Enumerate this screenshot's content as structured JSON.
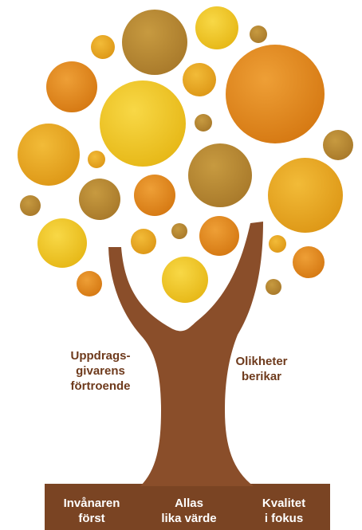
{
  "colors": {
    "trunk": "#8a4e2a",
    "trunk_dark": "#6e3a1c",
    "ground": "#7a4423",
    "label_on_trunk": "#6e3a1c",
    "label_on_ground": "#ffffff",
    "yellow": "#f2c81c",
    "amber": "#eaa81f",
    "orange": "#e3891d",
    "ochre": "#b98a32",
    "khaki": "#c9a13c"
  },
  "trunk_labels": {
    "left": "Uppdrags-\ngivarens\nförtroende",
    "right": "Olikheter\nberikar"
  },
  "root_labels": {
    "left": "Invånaren\nförst",
    "center": "Allas\nlika värde",
    "right": "Kvalitet\ni fokus"
  }
}
